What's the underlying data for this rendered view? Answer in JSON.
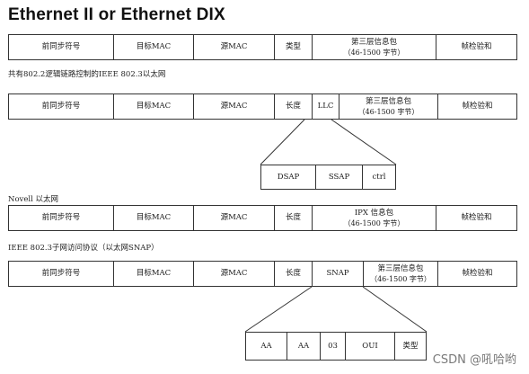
{
  "title": "Ethernet II or Ethernet DIX",
  "frames": [
    {
      "caption": "",
      "fields": [
        {
          "label": "前同步符号",
          "sub": ""
        },
        {
          "label": "目标MAC",
          "sub": ""
        },
        {
          "label": "源MAC",
          "sub": ""
        },
        {
          "label": "类型",
          "sub": ""
        },
        {
          "label": "第三层信息包",
          "sub": "（46-1500 字节）"
        },
        {
          "label": "帧检验和",
          "sub": ""
        }
      ]
    },
    {
      "caption": "共有802.2逻辑链路控制的IEEE 802.3以太网",
      "fields": [
        {
          "label": "前同步符号",
          "sub": ""
        },
        {
          "label": "目标MAC",
          "sub": ""
        },
        {
          "label": "源MAC",
          "sub": ""
        },
        {
          "label": "长度",
          "sub": ""
        },
        {
          "label": "LLC",
          "sub": ""
        },
        {
          "label": "第三层信息包",
          "sub": "（46-1500 字节）"
        },
        {
          "label": "帧检验和",
          "sub": ""
        }
      ],
      "expansion": [
        "DSAP",
        "SSAP",
        "ctrl"
      ]
    },
    {
      "caption": "Novell 以太网",
      "fields": [
        {
          "label": "前同步符号",
          "sub": ""
        },
        {
          "label": "目标MAC",
          "sub": ""
        },
        {
          "label": "源MAC",
          "sub": ""
        },
        {
          "label": "长度",
          "sub": ""
        },
        {
          "label": "IPX 信息包",
          "sub": "（46-1500 字节）"
        },
        {
          "label": "帧检验和",
          "sub": ""
        }
      ]
    },
    {
      "caption": "IEEE 802.3子网访问协议（以太网SNAP）",
      "fields": [
        {
          "label": "前同步符号",
          "sub": ""
        },
        {
          "label": "目标MAC",
          "sub": ""
        },
        {
          "label": "源MAC",
          "sub": ""
        },
        {
          "label": "长度",
          "sub": ""
        },
        {
          "label": "SNAP",
          "sub": ""
        },
        {
          "label": "第三层信息包",
          "sub": "（46-1500 字节）"
        },
        {
          "label": "帧检验和",
          "sub": ""
        }
      ],
      "expansion": [
        "AA",
        "AA",
        "03",
        "OUI",
        "类型"
      ]
    }
  ],
  "watermark": "CSDN @吼哈哟"
}
